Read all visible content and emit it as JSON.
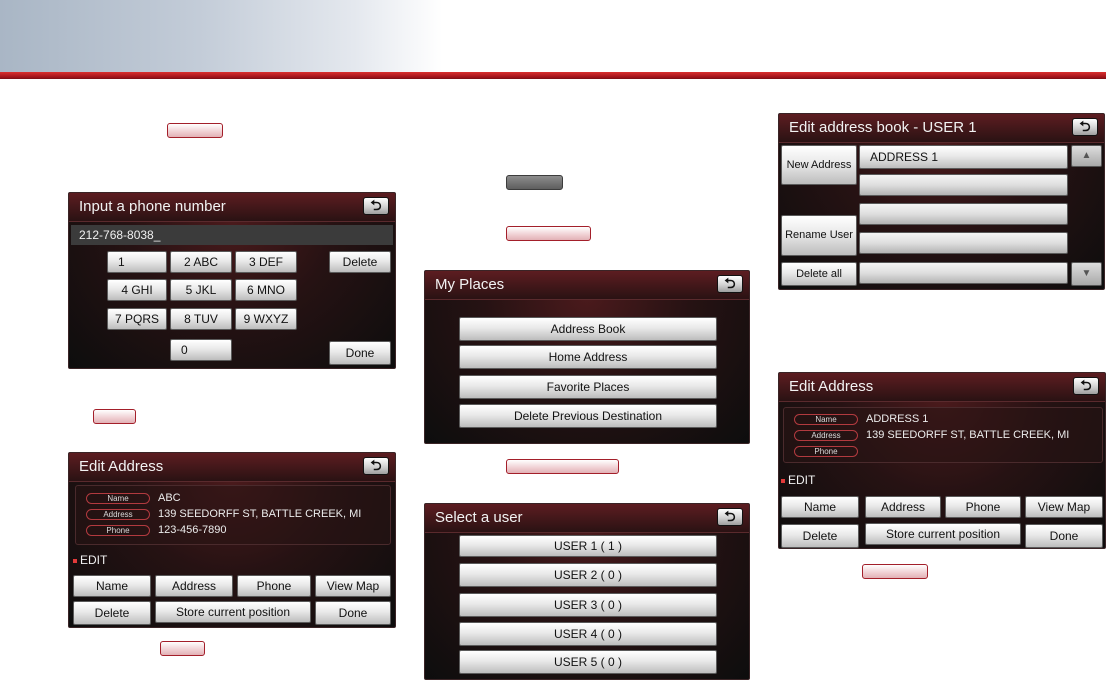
{
  "colors": {
    "accent_red": "#a3141b",
    "screen_dark": "#1a0d0e"
  },
  "icons": {
    "back": "back-arrow-icon",
    "scroll_up": "scroll-up-icon",
    "scroll_down": "scroll-down-icon"
  },
  "phone_input": {
    "title": "Input a phone number",
    "value": "212-768-8038_",
    "keys": [
      "1",
      "2 ABC",
      "3 DEF",
      "4 GHI",
      "5 JKL",
      "6 MNO",
      "7 PQRS",
      "8 TUV",
      "9 WXYZ",
      "0"
    ],
    "delete_label": "Delete",
    "done_label": "Done"
  },
  "edit_address_1": {
    "title": "Edit Address",
    "labels": {
      "name": "Name",
      "address": "Address",
      "phone": "Phone"
    },
    "name": "ABC",
    "address": "139 SEEDORFF ST, BATTLE CREEK, MI",
    "phone": "123-456-7890",
    "edit_label": "EDIT",
    "buttons": {
      "name": "Name",
      "address": "Address",
      "phone": "Phone",
      "view_map": "View Map",
      "delete": "Delete",
      "store": "Store current position",
      "done": "Done"
    }
  },
  "my_places": {
    "title": "My Places",
    "items": [
      "Address Book",
      "Home Address",
      "Favorite Places",
      "Delete Previous Destination"
    ]
  },
  "select_user": {
    "title": "Select a user",
    "items": [
      "USER 1 ( 1 )",
      "USER 2 ( 0 )",
      "USER 3 ( 0 )",
      "USER 4 ( 0 )",
      "USER 5 ( 0 )"
    ]
  },
  "address_book": {
    "title": "Edit address book - USER 1",
    "new_address": "New Address",
    "rename_user": "Rename User",
    "delete_all": "Delete all",
    "entries": [
      "ADDRESS 1",
      "",
      "",
      "",
      ""
    ]
  },
  "edit_address_2": {
    "title": "Edit Address",
    "labels": {
      "name": "Name",
      "address": "Address",
      "phone": "Phone"
    },
    "name": "ADDRESS 1",
    "address": "139 SEEDORFF ST, BATTLE CREEK, MI",
    "phone": "",
    "edit_label": "EDIT",
    "buttons": {
      "name": "Name",
      "address": "Address",
      "phone": "Phone",
      "view_map": "View Map",
      "delete": "Delete",
      "store": "Store current position",
      "done": "Done"
    }
  }
}
